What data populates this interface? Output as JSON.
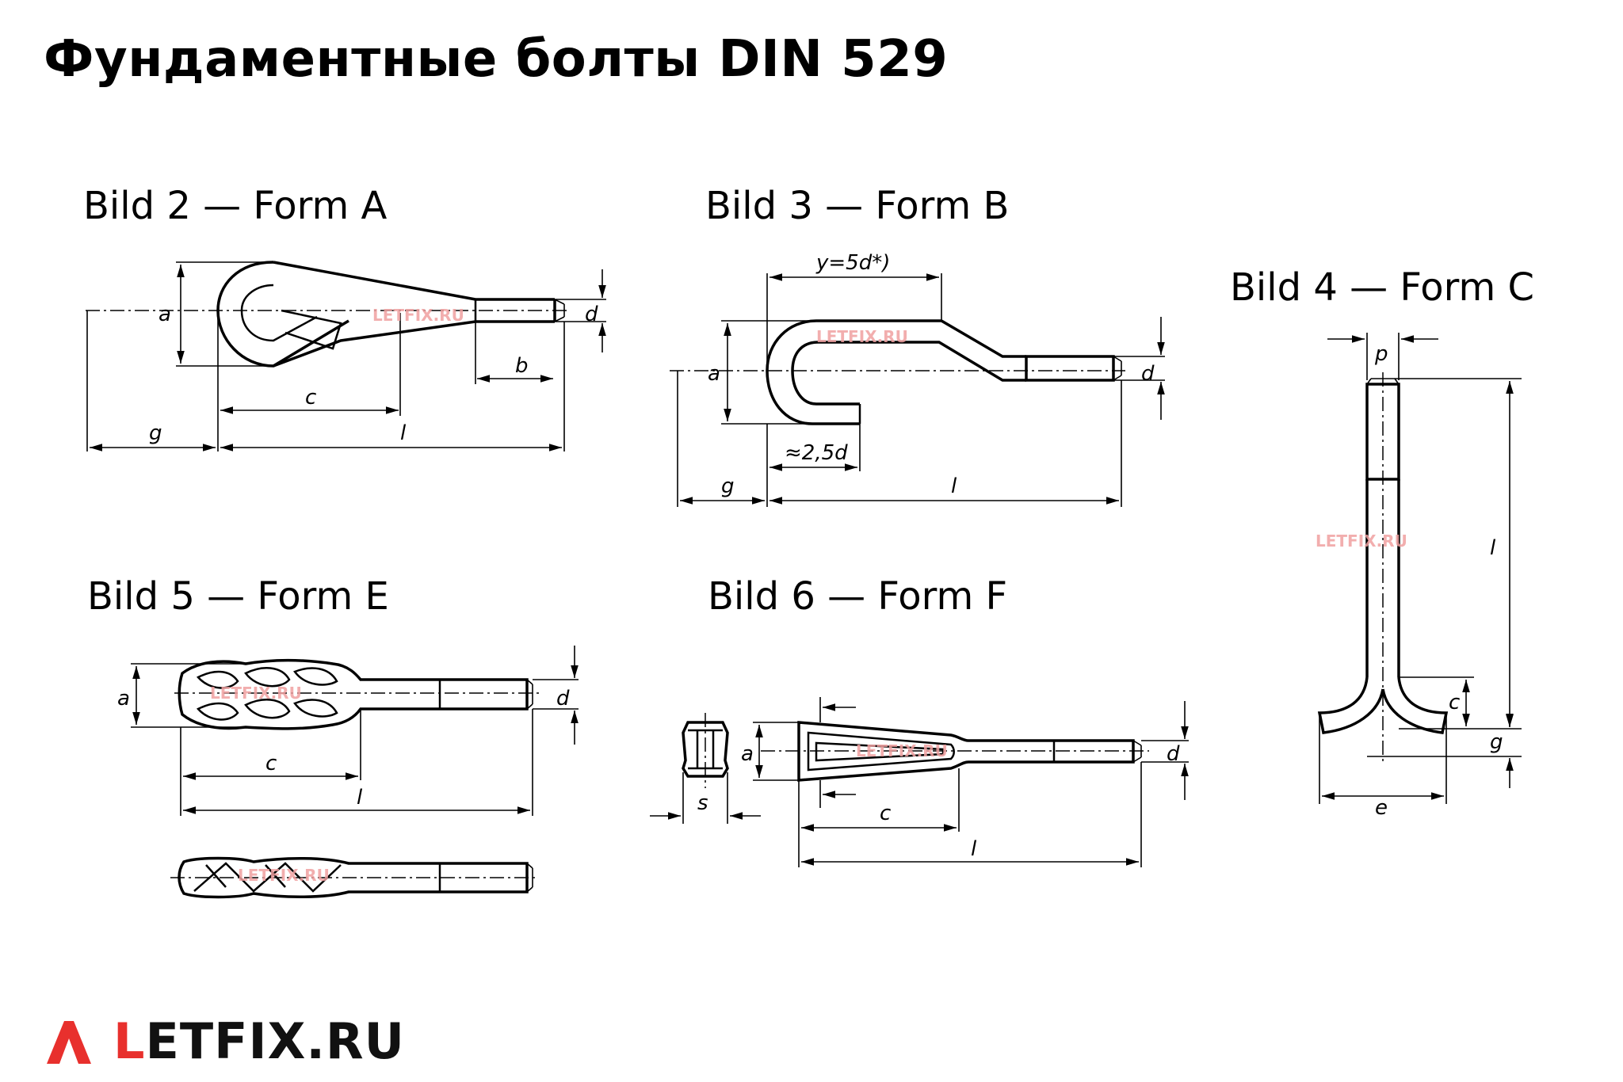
{
  "title": "Фундаментные болты DIN 529",
  "figures": {
    "form_a": {
      "label": "Bild 2 — Form A",
      "dims": {
        "a": "a",
        "d": "d",
        "b": "b",
        "c": "c",
        "g": "g",
        "l": "l"
      }
    },
    "form_b": {
      "label": "Bild 3 — Form B",
      "dims": {
        "y": "y=5d*)",
        "a": "a",
        "d": "d",
        "bend": "≈2,5d",
        "g": "g",
        "l": "l"
      }
    },
    "form_c": {
      "label": "Bild 4 — Form C",
      "dims": {
        "p": "p",
        "l": "l",
        "c": "c",
        "g": "g",
        "e": "e"
      }
    },
    "form_e": {
      "label": "Bild 5 — Form E",
      "dims": {
        "a": "a",
        "d": "d",
        "c": "c",
        "l": "l"
      }
    },
    "form_f": {
      "label": "Bild 6 — Form F",
      "dims": {
        "a": "a",
        "d": "d",
        "s": "s",
        "c": "c",
        "l": "l"
      }
    }
  },
  "watermark": "LETFIX.RU",
  "logo": {
    "first_letter": "L",
    "rest": "ETFIX.RU",
    "accent_color": "#e8302d"
  }
}
